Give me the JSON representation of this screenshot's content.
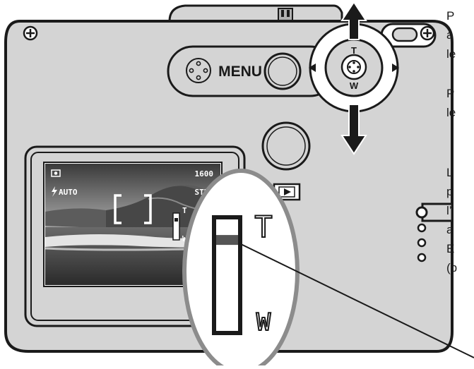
{
  "buttons": {
    "menu_label": "MENU",
    "zoom_tele_label": "T",
    "zoom_wide_label": "W"
  },
  "lcd": {
    "frames_remaining": "1600",
    "quality": "STD.",
    "flash_mode": "AUTO",
    "zoom_bar_top_label": "T",
    "zoom_bar_bottom_label": "W"
  },
  "callout": {
    "top_label": "T",
    "bottom_label": "W",
    "zoom_level_fraction": 0.14
  },
  "side_text_fragments": [
    "P",
    "a",
    "le",
    "P",
    "le",
    "L",
    "p",
    "l’",
    "a",
    "E",
    "(p"
  ],
  "colors": {
    "body": "#d4d4d4",
    "outline": "#1a1a1a",
    "callout_ring": "#8c8c8c"
  },
  "icons": [
    "plus-screw-icon",
    "four-way-controller-icon",
    "playback-icon",
    "camera-mode-icon",
    "flash-icon",
    "arrow-up-icon",
    "arrow-down-icon"
  ]
}
